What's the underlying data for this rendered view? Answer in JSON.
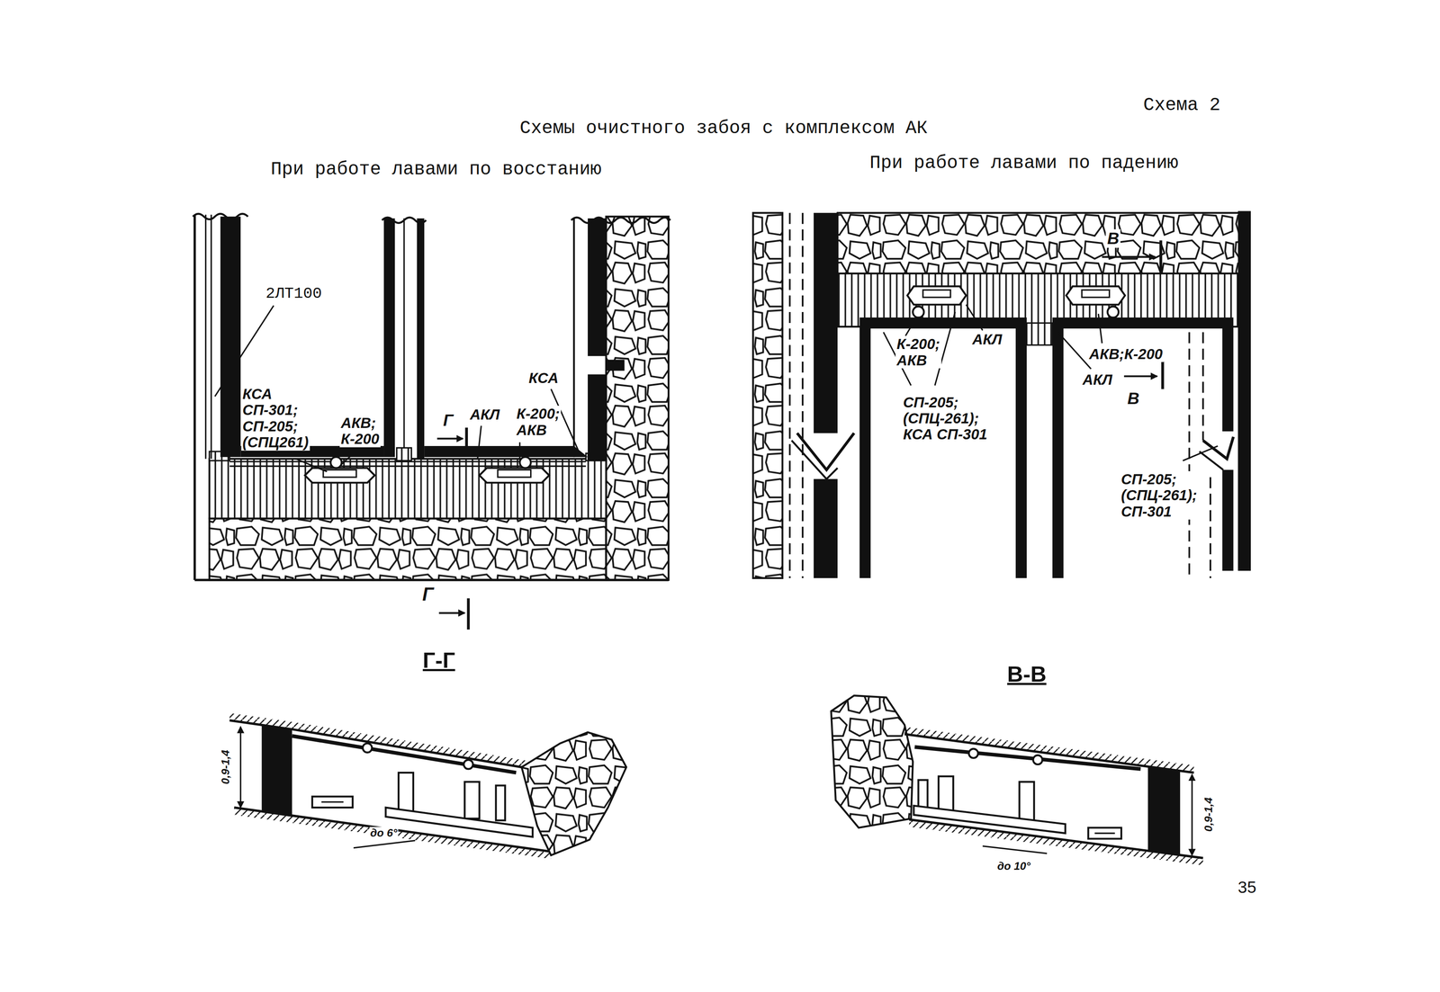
{
  "diagram": {
    "title": "Схемы очистного забоя с комплексом АК",
    "labels": [
      "Схема 2",
      "При работе лавами по восстанию",
      "При работе лавами по падению",
      "2ЛТ100",
      "КСА СП-301; СП-205; (СПЦ261)",
      "АКВ; К-200",
      "КСА",
      "АКЛ",
      "К-200; АКВ",
      "Г",
      "Г",
      "К-200; АКВ",
      "АКЛ",
      "СП-205; (СПЦ-261); КСА СП-301",
      "АКВ;К-200",
      "АКЛ",
      "В",
      "В",
      "СП-205; (СПЦ-261); СП-301",
      "Г-Г",
      "В-В",
      "0,9-1,4",
      "до 6°",
      "0,9-1,4",
      "до 10°",
      "35"
    ]
  }
}
